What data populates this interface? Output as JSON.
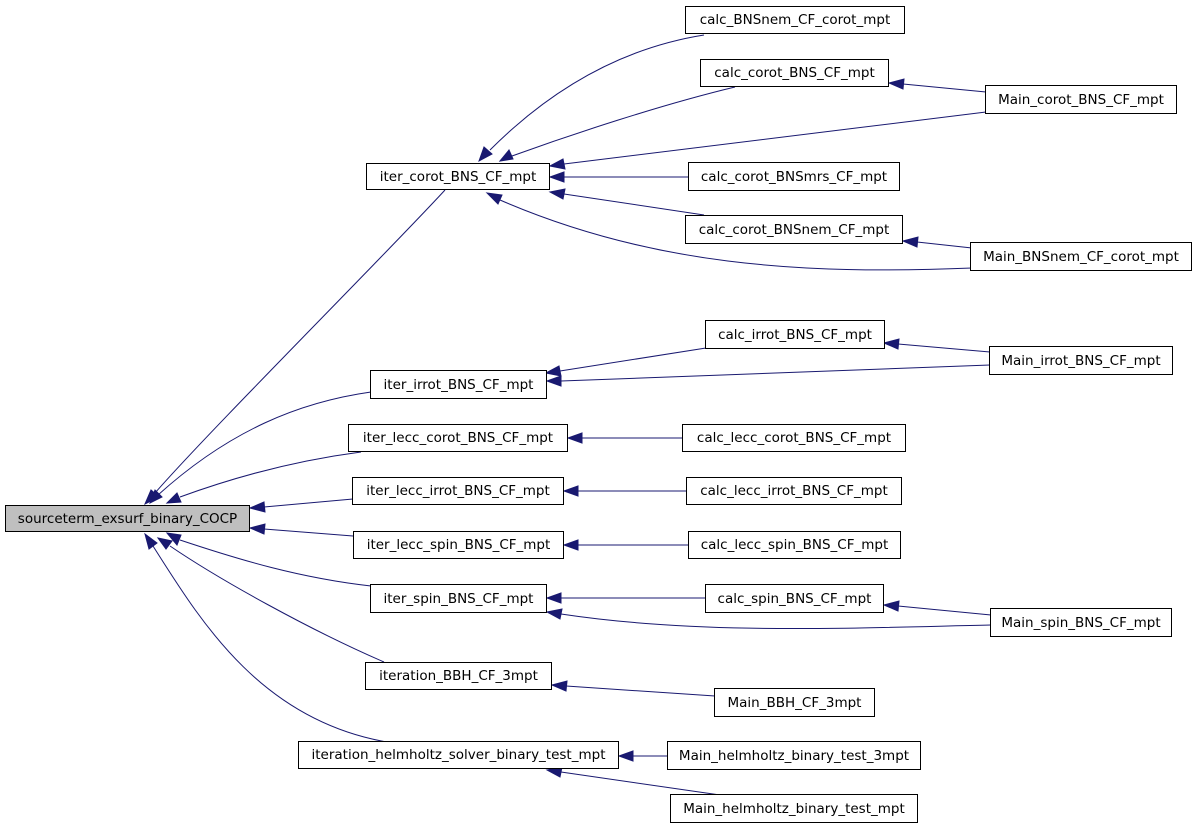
{
  "graph": {
    "root": "sourceterm_exsurf_binary_COCP",
    "callers_level1": {
      "iter_corot_BNS_CF_mpt": "iter_corot_BNS_CF_mpt",
      "iter_irrot_BNS_CF_mpt": "iter_irrot_BNS_CF_mpt",
      "iter_lecc_corot_BNS_CF_mpt": "iter_lecc_corot_BNS_CF_mpt",
      "iter_lecc_irrot_BNS_CF_mpt": "iter_lecc_irrot_BNS_CF_mpt",
      "iter_lecc_spin_BNS_CF_mpt": "iter_lecc_spin_BNS_CF_mpt",
      "iter_spin_BNS_CF_mpt": "iter_spin_BNS_CF_mpt",
      "iteration_BBH_CF_3mpt": "iteration_BBH_CF_3mpt",
      "iteration_helmholtz_solver_binary_test_mpt": "iteration_helmholtz_solver_binary_test_mpt"
    },
    "callers_level2": {
      "calc_BNSnem_CF_corot_mpt": "calc_BNSnem_CF_corot_mpt",
      "calc_corot_BNS_CF_mpt": "calc_corot_BNS_CF_mpt",
      "calc_corot_BNSmrs_CF_mpt": "calc_corot_BNSmrs_CF_mpt",
      "calc_corot_BNSnem_CF_mpt": "calc_corot_BNSnem_CF_mpt",
      "calc_irrot_BNS_CF_mpt": "calc_irrot_BNS_CF_mpt",
      "calc_lecc_corot_BNS_CF_mpt": "calc_lecc_corot_BNS_CF_mpt",
      "calc_lecc_irrot_BNS_CF_mpt": "calc_lecc_irrot_BNS_CF_mpt",
      "calc_lecc_spin_BNS_CF_mpt": "calc_lecc_spin_BNS_CF_mpt",
      "calc_spin_BNS_CF_mpt": "calc_spin_BNS_CF_mpt",
      "Main_BBH_CF_3mpt": "Main_BBH_CF_3mpt",
      "Main_helmholtz_binary_test_3mpt": "Main_helmholtz_binary_test_3mpt",
      "Main_helmholtz_binary_test_mpt": "Main_helmholtz_binary_test_mpt"
    },
    "callers_level3": {
      "Main_corot_BNS_CF_mpt": "Main_corot_BNS_CF_mpt",
      "Main_BNSnem_CF_corot_mpt": "Main_BNSnem_CF_corot_mpt",
      "Main_irrot_BNS_CF_mpt": "Main_irrot_BNS_CF_mpt",
      "Main_spin_BNS_CF_mpt": "Main_spin_BNS_CF_mpt"
    },
    "edges": [
      {
        "from": "iter_corot_BNS_CF_mpt",
        "to": "sourceterm_exsurf_binary_COCP"
      },
      {
        "from": "iter_irrot_BNS_CF_mpt",
        "to": "sourceterm_exsurf_binary_COCP"
      },
      {
        "from": "iter_lecc_corot_BNS_CF_mpt",
        "to": "sourceterm_exsurf_binary_COCP"
      },
      {
        "from": "iter_lecc_irrot_BNS_CF_mpt",
        "to": "sourceterm_exsurf_binary_COCP"
      },
      {
        "from": "iter_lecc_spin_BNS_CF_mpt",
        "to": "sourceterm_exsurf_binary_COCP"
      },
      {
        "from": "iter_spin_BNS_CF_mpt",
        "to": "sourceterm_exsurf_binary_COCP"
      },
      {
        "from": "iteration_BBH_CF_3mpt",
        "to": "sourceterm_exsurf_binary_COCP"
      },
      {
        "from": "iteration_helmholtz_solver_binary_test_mpt",
        "to": "sourceterm_exsurf_binary_COCP"
      },
      {
        "from": "calc_BNSnem_CF_corot_mpt",
        "to": "iter_corot_BNS_CF_mpt"
      },
      {
        "from": "calc_corot_BNS_CF_mpt",
        "to": "iter_corot_BNS_CF_mpt"
      },
      {
        "from": "Main_corot_BNS_CF_mpt",
        "to": "iter_corot_BNS_CF_mpt"
      },
      {
        "from": "calc_corot_BNSmrs_CF_mpt",
        "to": "iter_corot_BNS_CF_mpt"
      },
      {
        "from": "calc_corot_BNSnem_CF_mpt",
        "to": "iter_corot_BNS_CF_mpt"
      },
      {
        "from": "Main_BNSnem_CF_corot_mpt",
        "to": "iter_corot_BNS_CF_mpt"
      },
      {
        "from": "Main_corot_BNS_CF_mpt",
        "to": "calc_corot_BNS_CF_mpt"
      },
      {
        "from": "Main_BNSnem_CF_corot_mpt",
        "to": "calc_corot_BNSnem_CF_mpt"
      },
      {
        "from": "calc_irrot_BNS_CF_mpt",
        "to": "iter_irrot_BNS_CF_mpt"
      },
      {
        "from": "Main_irrot_BNS_CF_mpt",
        "to": "iter_irrot_BNS_CF_mpt"
      },
      {
        "from": "Main_irrot_BNS_CF_mpt",
        "to": "calc_irrot_BNS_CF_mpt"
      },
      {
        "from": "calc_lecc_corot_BNS_CF_mpt",
        "to": "iter_lecc_corot_BNS_CF_mpt"
      },
      {
        "from": "calc_lecc_irrot_BNS_CF_mpt",
        "to": "iter_lecc_irrot_BNS_CF_mpt"
      },
      {
        "from": "calc_lecc_spin_BNS_CF_mpt",
        "to": "iter_lecc_spin_BNS_CF_mpt"
      },
      {
        "from": "calc_spin_BNS_CF_mpt",
        "to": "iter_spin_BNS_CF_mpt"
      },
      {
        "from": "Main_spin_BNS_CF_mpt",
        "to": "iter_spin_BNS_CF_mpt"
      },
      {
        "from": "Main_spin_BNS_CF_mpt",
        "to": "calc_spin_BNS_CF_mpt"
      },
      {
        "from": "Main_BBH_CF_3mpt",
        "to": "iteration_BBH_CF_3mpt"
      },
      {
        "from": "Main_helmholtz_binary_test_3mpt",
        "to": "iteration_helmholtz_solver_binary_test_mpt"
      },
      {
        "from": "Main_helmholtz_binary_test_mpt",
        "to": "iteration_helmholtz_solver_binary_test_mpt"
      }
    ],
    "colors": {
      "edge": "#191970",
      "root_fill": "#bfbfbf",
      "node_fill": "#ffffff",
      "border": "#000000"
    }
  }
}
